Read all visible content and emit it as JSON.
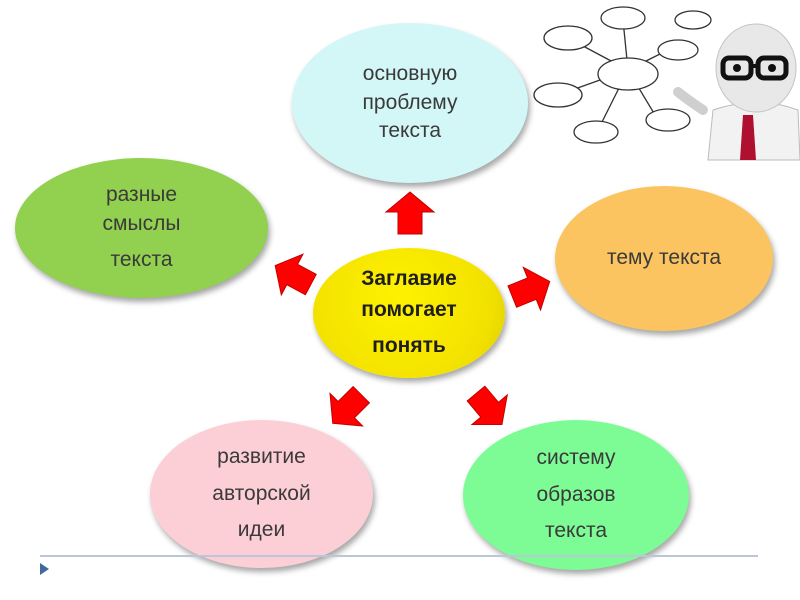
{
  "center": {
    "lines": [
      "Заглавие",
      "помогает",
      "понять"
    ]
  },
  "nodes": {
    "top": {
      "lines": [
        "основную",
        "проблему",
        "текста"
      ]
    },
    "left": {
      "lines": [
        "разные",
        "смыслы",
        "текста"
      ]
    },
    "right": {
      "lines": [
        "тему текста"
      ]
    },
    "bottom_left": {
      "lines": [
        "развитие",
        "авторской",
        "идеи"
      ]
    },
    "bottom_right": {
      "lines": [
        "систему",
        "образов",
        "текста"
      ]
    }
  },
  "colors": {
    "center": "#f2e100",
    "top": "#d3f7f7",
    "left": "#92d050",
    "right": "#fcc460",
    "bottom_left": "#fccfd6",
    "bottom_right": "#7dfc96",
    "arrow": "#ff0000"
  },
  "icons": [
    "red-arrow-icon",
    "thinking-man-clipart",
    "thought-cloud-icon",
    "slide-bullet-icon"
  ]
}
